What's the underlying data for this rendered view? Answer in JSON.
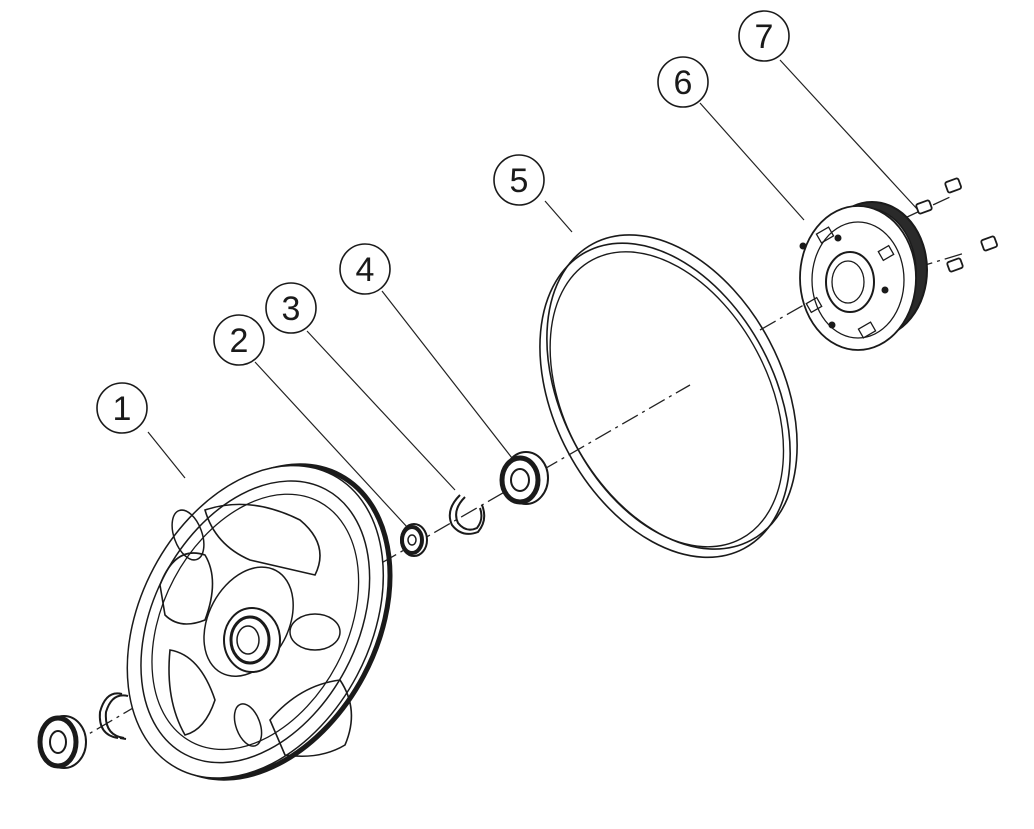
{
  "diagram": {
    "callouts": [
      {
        "id": "1",
        "label": "1"
      },
      {
        "id": "2",
        "label": "2"
      },
      {
        "id": "3",
        "label": "3"
      },
      {
        "id": "4",
        "label": "4"
      },
      {
        "id": "5",
        "label": "5"
      },
      {
        "id": "6",
        "label": "6"
      },
      {
        "id": "7",
        "label": "7"
      }
    ]
  },
  "colors": {
    "line": "#1a1a1a",
    "background": "#ffffff",
    "fill_light": "#f2f2f2",
    "fill_dark": "#2a2a2a"
  }
}
